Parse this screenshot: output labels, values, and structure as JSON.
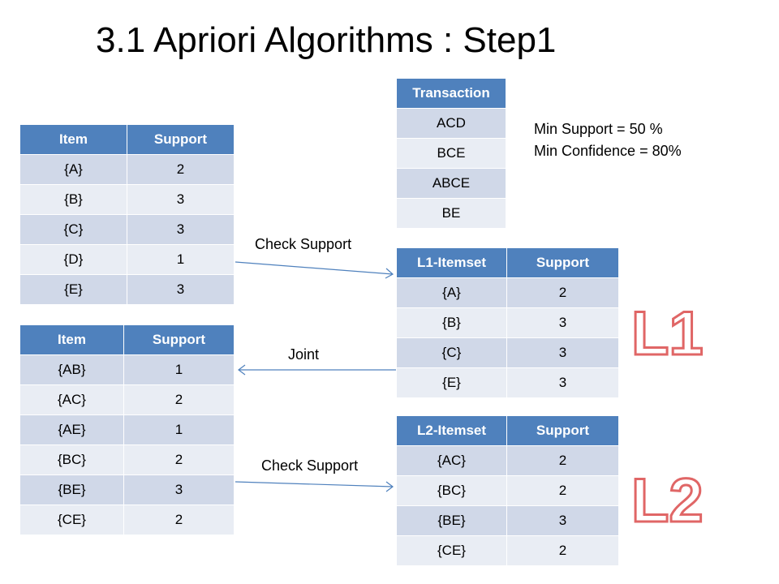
{
  "title": "3.1 Apriori Algorithms : Step1",
  "transaction_table": {
    "header": "Transaction",
    "rows": [
      "ACD",
      "BCE",
      "ABCE",
      "BE"
    ]
  },
  "min_support": "Min Support = 50 %",
  "min_confidence": "Min Confidence = 80%",
  "c1_table": {
    "headers": [
      "Item",
      "Support"
    ],
    "rows": [
      [
        "{A}",
        "2"
      ],
      [
        "{B}",
        "3"
      ],
      [
        "{C}",
        "3"
      ],
      [
        "{D}",
        "1"
      ],
      [
        "{E}",
        "3"
      ]
    ]
  },
  "c2_table": {
    "headers": [
      "Item",
      "Support"
    ],
    "rows": [
      [
        "{AB}",
        "1"
      ],
      [
        "{AC}",
        "2"
      ],
      [
        "{AE}",
        "1"
      ],
      [
        "{BC}",
        "2"
      ],
      [
        "{BE}",
        "3"
      ],
      [
        "{CE}",
        "2"
      ]
    ]
  },
  "l1_table": {
    "headers": [
      "L1-Itemset",
      "Support"
    ],
    "rows": [
      [
        "{A}",
        "2"
      ],
      [
        "{B}",
        "3"
      ],
      [
        "{C}",
        "3"
      ],
      [
        "{E}",
        "3"
      ]
    ]
  },
  "l2_table": {
    "headers": [
      "L2-Itemset",
      "Support"
    ],
    "rows": [
      [
        "{AC}",
        "2"
      ],
      [
        "{BC}",
        "2"
      ],
      [
        "{BE}",
        "3"
      ],
      [
        "{CE}",
        "2"
      ]
    ]
  },
  "arrows": {
    "check_support_1": "Check Support",
    "joint": "Joint",
    "check_support_2": "Check Support"
  },
  "labels": {
    "l1": "L1",
    "l2": "L2"
  },
  "colors": {
    "header": "#4f81bd",
    "row_odd": "#d0d8e8",
    "row_even": "#e9edf4",
    "arrow": "#4f81bd",
    "big_label_outline": "#e06666"
  }
}
